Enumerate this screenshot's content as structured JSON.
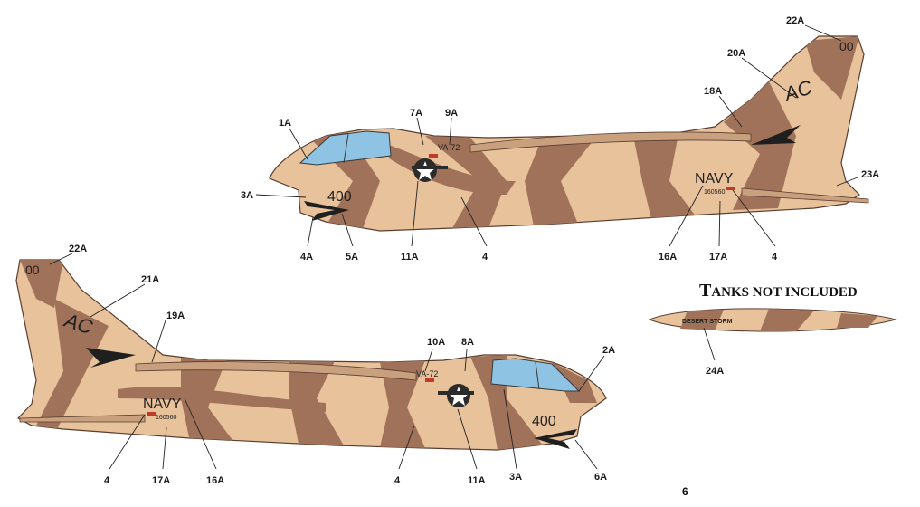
{
  "colors": {
    "sand": "#e8c29b",
    "brown": "#a0725a",
    "canopy": "#8fc3e3",
    "dark": "#2a2a2a",
    "red": "#c0392b",
    "line": "#6b4a3a"
  },
  "heading": {
    "prefix_big": "T",
    "rest": "ANKS NOT INCLUDED"
  },
  "tank": {
    "label": "DESERT STORM",
    "callout": "24A"
  },
  "page_number": "6",
  "top_aircraft": {
    "tail_code": "AC",
    "modex_tail": "00",
    "modex_nose": "400",
    "service": "NAVY",
    "serial": "160560",
    "squadron": "VA-72",
    "callouts": [
      "1A",
      "3A",
      "4A",
      "5A",
      "7A",
      "9A",
      "11A",
      "4",
      "16A",
      "17A",
      "4",
      "18A",
      "20A",
      "22A",
      "23A"
    ]
  },
  "bottom_aircraft": {
    "tail_code": "AC",
    "modex_tail": "00",
    "modex_nose": "400",
    "service": "NAVY",
    "serial": "160560",
    "squadron": "VA-72",
    "callouts": [
      "22A",
      "21A",
      "19A",
      "10A",
      "8A",
      "2A",
      "4",
      "17A",
      "16A",
      "4",
      "11A",
      "3A",
      "6A"
    ]
  }
}
